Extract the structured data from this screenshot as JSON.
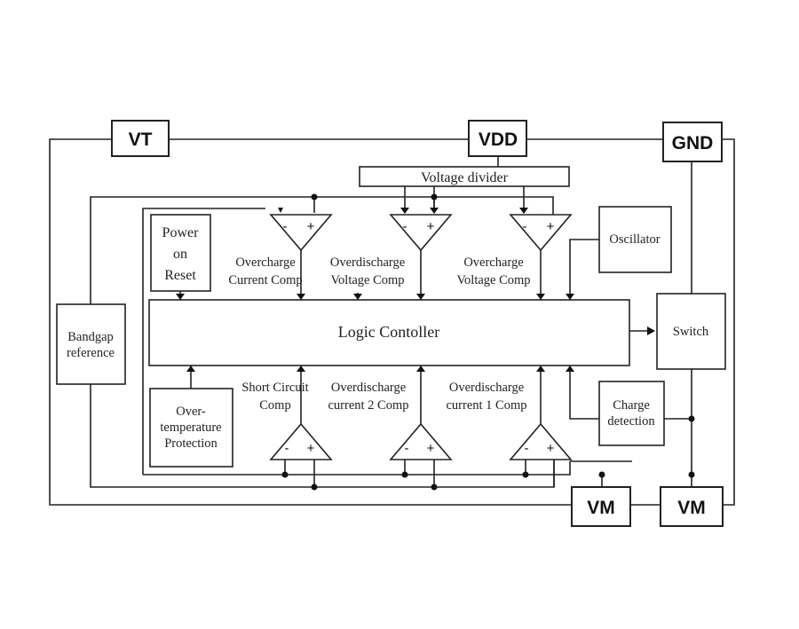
{
  "pins": {
    "vt": "VT",
    "vdd": "VDD",
    "gnd": "GND",
    "vm_left": "VM",
    "vm_right": "VM"
  },
  "blocks": {
    "voltage_divider": "Voltage divider",
    "power_on_reset": [
      "Power",
      "on",
      "Reset"
    ],
    "oscillator": "Oscillator",
    "bandgap": [
      "Bandgap",
      "reference"
    ],
    "logic_controller": "Logic Contoller",
    "switch": "Switch",
    "charge_detection": [
      "Charge",
      "detection"
    ],
    "over_temperature": [
      "Over-",
      "temperature",
      "Protection"
    ]
  },
  "comparators": {
    "top": [
      {
        "label": [
          "Overcharge",
          "Current Comp"
        ],
        "minus": "-",
        "plus": "+"
      },
      {
        "label": [
          "Overdischarge",
          "Voltage Comp"
        ],
        "minus": "-",
        "plus": "+"
      },
      {
        "label": [
          "Overcharge",
          "Voltage Comp"
        ],
        "minus": "-",
        "plus": "+"
      }
    ],
    "bottom": [
      {
        "label": [
          "Short Circuit",
          "Comp"
        ],
        "minus": "-",
        "plus": "+"
      },
      {
        "label": [
          "Overdischarge",
          "current 2 Comp"
        ],
        "minus": "-",
        "plus": "+"
      },
      {
        "label": [
          "Overdischarge",
          "current 1 Comp"
        ],
        "minus": "-",
        "plus": "+"
      }
    ]
  }
}
